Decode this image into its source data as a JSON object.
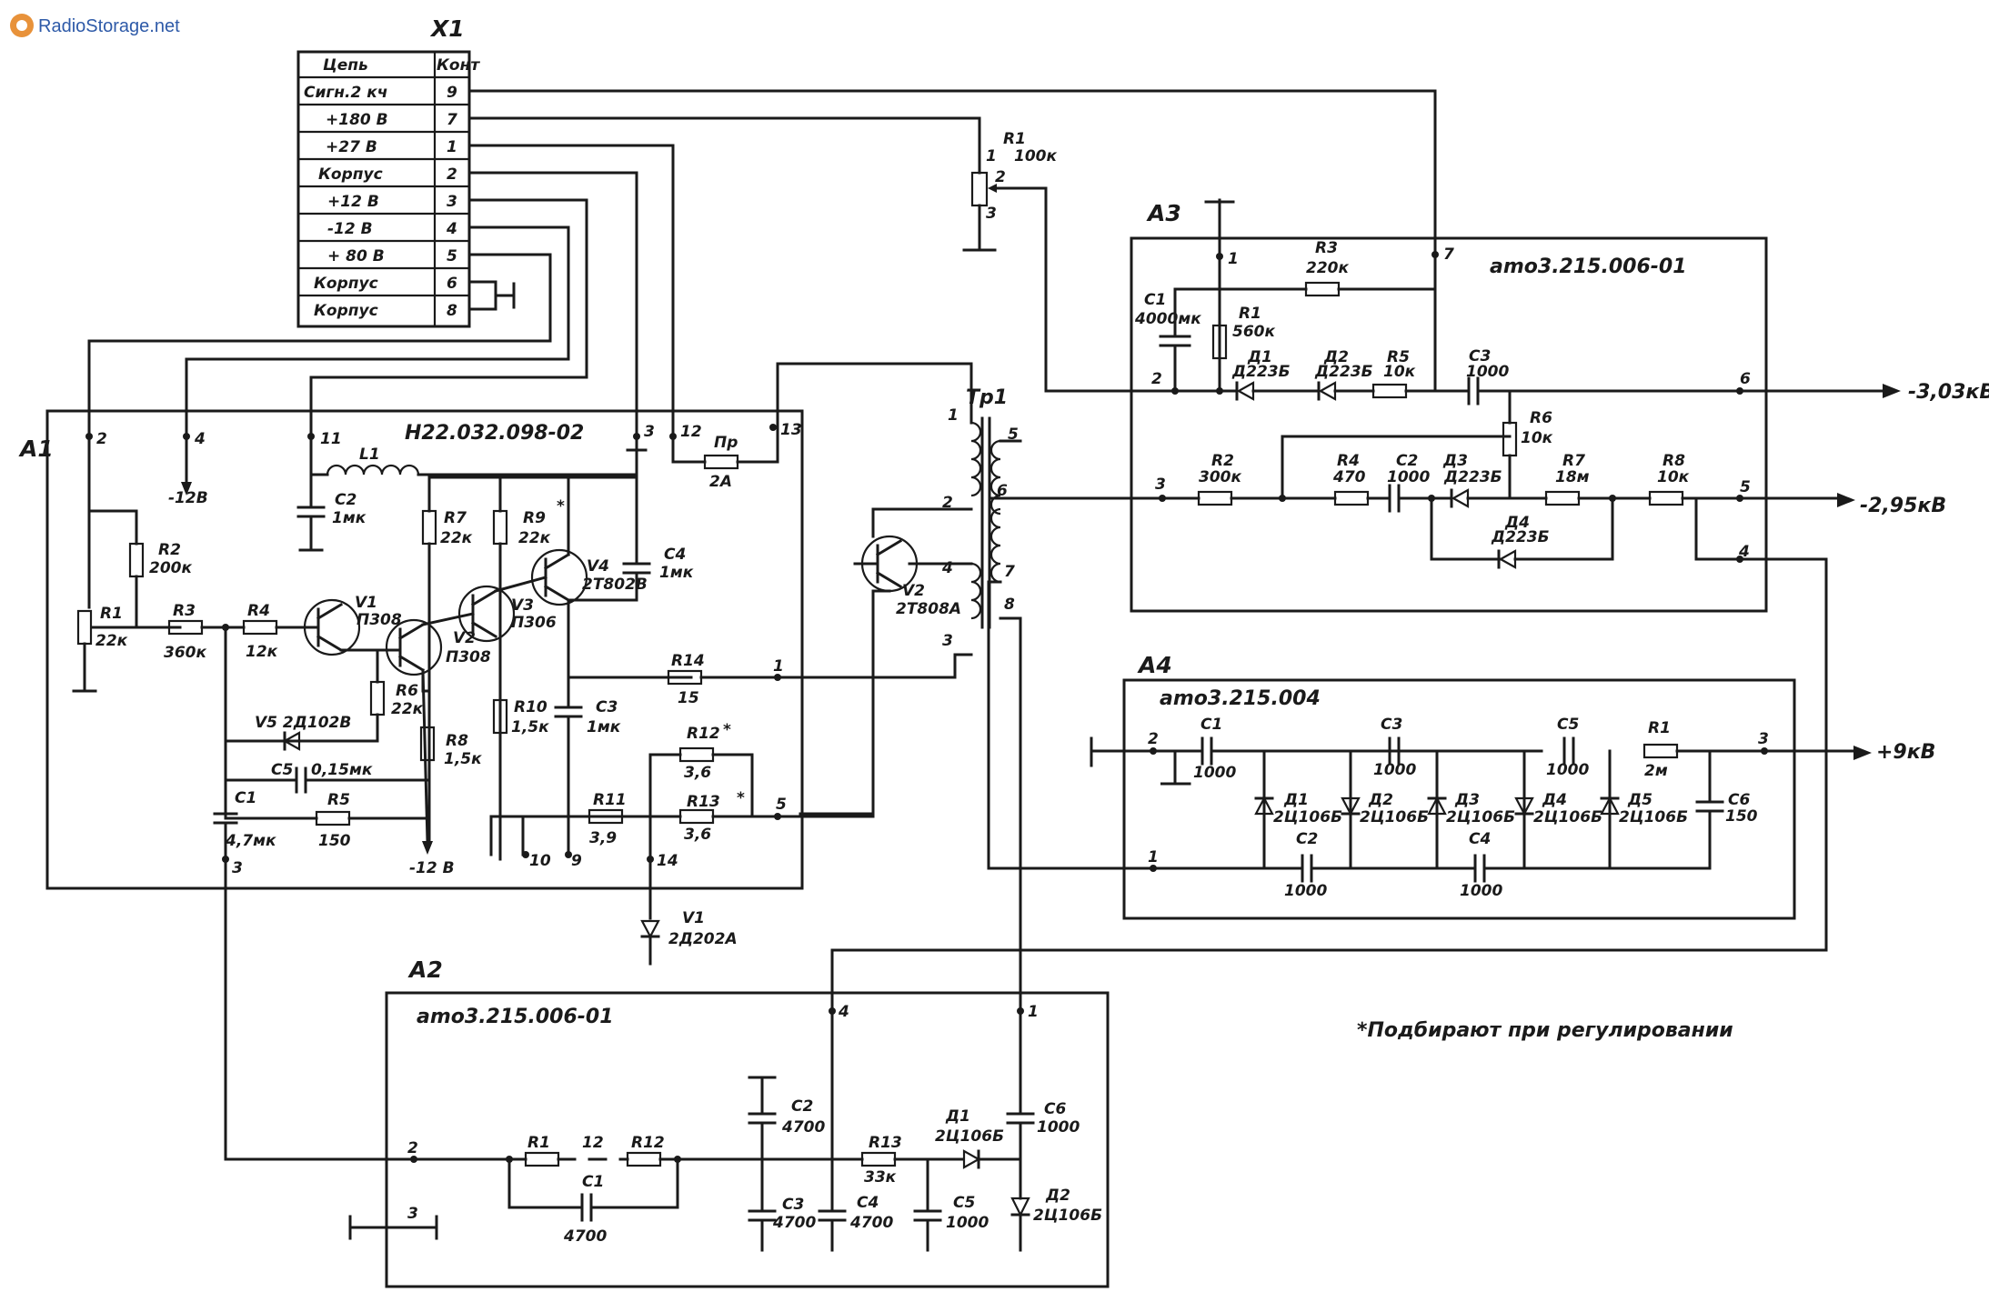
{
  "watermark": "RadioStorage.net",
  "connector": {
    "ref": "X1",
    "header_left": "Цепь",
    "header_right": "Конт",
    "rows": [
      {
        "circuit": "Сигн.2 кч",
        "pin": "9"
      },
      {
        "circuit": "+180 В",
        "pin": "7"
      },
      {
        "circuit": "+27 В",
        "pin": "1"
      },
      {
        "circuit": "Корпус",
        "pin": "2"
      },
      {
        "circuit": "+12 В",
        "pin": "3"
      },
      {
        "circuit": "-12 В",
        "pin": "4"
      },
      {
        "circuit": "+ 80 В",
        "pin": "5"
      },
      {
        "circuit": "Корпус",
        "pin": "6"
      },
      {
        "circuit": "Корпус",
        "pin": "8"
      }
    ]
  },
  "ext_r1": {
    "ref": "R1",
    "value": "100к",
    "pins": [
      "1",
      "2",
      "3"
    ]
  },
  "a1": {
    "ref": "A1",
    "title": "Н22.032.098-02",
    "pins": [
      "2",
      "4",
      "11",
      "3",
      "12",
      "13",
      "1",
      "5",
      "14",
      "10",
      "9",
      "3"
    ],
    "neg12_top": "-12В",
    "neg12_bottom": "-12 В",
    "components": {
      "L1": "L1",
      "C2": [
        "C2",
        "1мк"
      ],
      "R2": [
        "R2",
        "200к"
      ],
      "R1": [
        "R1",
        "22к"
      ],
      "R3": [
        "R3",
        "360к"
      ],
      "R4": [
        "R4",
        "12к"
      ],
      "V1": [
        "V1",
        "П308"
      ],
      "V2": [
        "V2",
        "П308"
      ],
      "V3": [
        "V3",
        "П306"
      ],
      "V4": [
        "V4",
        "2Т802В"
      ],
      "R7": [
        "R7",
        "22к"
      ],
      "R9": [
        "R9",
        "22к"
      ],
      "C4": [
        "C4",
        "1мк"
      ],
      "R6": [
        "R6",
        "22к"
      ],
      "R8": [
        "R8",
        "1,5к"
      ],
      "R10": [
        "R10",
        "1,5к"
      ],
      "C3": [
        "C3",
        "1мк"
      ],
      "V5": "V5 2Д102В",
      "C5": [
        "C5",
        "0,15мк"
      ],
      "C1": [
        "C1",
        "4,7мк"
      ],
      "R5": [
        "R5",
        "150"
      ],
      "R14": [
        "R14",
        "15"
      ],
      "R12": [
        "R12",
        "3,6"
      ],
      "R13": [
        "R13",
        "3,6"
      ],
      "R11": [
        "R11",
        "3,9"
      ],
      "Pr": [
        "Пр",
        "2А"
      ],
      "VD1": [
        "V1",
        "2Д202А"
      ]
    }
  },
  "tr1": {
    "ref": "Тр1",
    "pins": [
      "1",
      "5",
      "6",
      "2",
      "4",
      "7",
      "8",
      "3"
    ]
  },
  "v2_ext": [
    "V2",
    "2Т808А"
  ],
  "a2": {
    "ref": "A2",
    "title": "аmо3.215.006-01",
    "pins": [
      "4",
      "1",
      "2",
      "3"
    ],
    "components": {
      "R1": "R1",
      "dots": "12",
      "R12": "R12",
      "C1": [
        "C1",
        "4700"
      ],
      "C2": [
        "C2",
        "4700"
      ],
      "C3": [
        "C3",
        "4700"
      ],
      "C4": [
        "C4",
        "4700"
      ],
      "R13": [
        "R13",
        "33к"
      ],
      "C5": [
        "C5",
        "1000"
      ],
      "D1": [
        "Д1",
        "2Ц106Б"
      ],
      "D2": [
        "Д2",
        "2Ц106Б"
      ],
      "C6": [
        "C6",
        "1000"
      ]
    }
  },
  "a3": {
    "ref": "A3",
    "title": "аmо3.215.006-01",
    "pins": [
      "1",
      "7",
      "2",
      "6",
      "3",
      "5",
      "4"
    ],
    "components": {
      "C1": [
        "C1",
        "4000мк"
      ],
      "R1": [
        "R1",
        "560к"
      ],
      "R3": [
        "R3",
        "220к"
      ],
      "D1": [
        "Д1",
        "Д223Б"
      ],
      "D2": [
        "Д2",
        "Д223Б"
      ],
      "R5": [
        "R5",
        "10к"
      ],
      "C3": [
        "C3",
        "1000"
      ],
      "R6": [
        "R6",
        "10к"
      ],
      "R2": [
        "R2",
        "300к"
      ],
      "R4": [
        "R4",
        "470"
      ],
      "C2": [
        "C2",
        "1000"
      ],
      "D3": [
        "Д3",
        "Д223Б"
      ],
      "R7": [
        "R7",
        "18м"
      ],
      "R8": [
        "R8",
        "10к"
      ],
      "D4": [
        "Д4",
        "Д223Б"
      ]
    }
  },
  "a4": {
    "ref": "A4",
    "title": "аmо3.215.004",
    "pins": [
      "2",
      "3",
      "1"
    ],
    "components": {
      "C1": [
        "C1",
        "1000"
      ],
      "C3": [
        "C3",
        "1000"
      ],
      "C5": [
        "C5",
        "1000"
      ],
      "R1": [
        "R1",
        "2м"
      ],
      "C6": [
        "C6",
        "150"
      ],
      "C2": [
        "C2",
        "1000"
      ],
      "C4": [
        "C4",
        "1000"
      ],
      "D1": [
        "Д1",
        "2Ц106Б"
      ],
      "D2": [
        "Д2",
        "2Ц106Б"
      ],
      "D3": [
        "Д3",
        "2Ц106Б"
      ],
      "D4": [
        "Д4",
        "2Ц106Б"
      ],
      "D5": [
        "Д5",
        "2Ц106Б"
      ]
    }
  },
  "outputs": {
    "out1": "-3,03кВ",
    "out2": "-2,95кВ",
    "out3": "+9кВ"
  },
  "footnote": "*Подбирают при регулировании",
  "asterisk": "*"
}
